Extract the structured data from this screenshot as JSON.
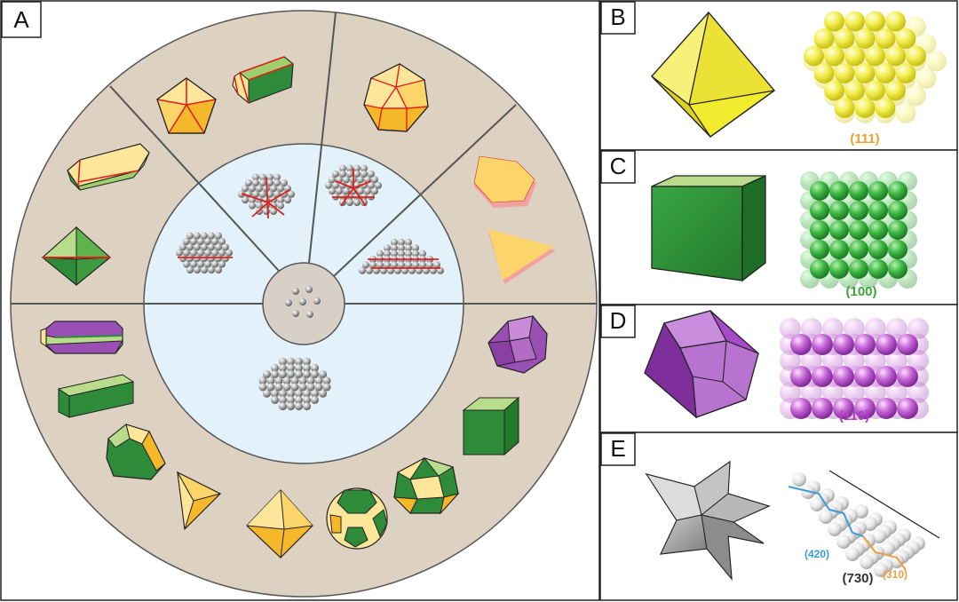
{
  "panels": {
    "a": {
      "letter": "A"
    },
    "b": {
      "letter": "B",
      "facet_label": "(111)",
      "facet_color": "#f0a030",
      "shape_color": "#f2ec2e"
    },
    "c": {
      "letter": "C",
      "facet_label": "(100)",
      "facet_color": "#3aa63a",
      "shape_color": "#2d8f34"
    },
    "d": {
      "letter": "D",
      "facet_label": "(110)",
      "facet_color": "#b040c0",
      "shape_color": "#a64ac9"
    },
    "e": {
      "letter": "E",
      "facet_label": "(730)",
      "step_labels": [
        "(420)",
        "(310)"
      ],
      "step_colors": [
        "#3a9ad9",
        "#e8a040"
      ],
      "shape_color": "#a8a8a8"
    }
  },
  "colors": {
    "outer_ring": "#ddd1c1",
    "inner_ring": "#e3f1fb",
    "core": "#d8d0c6",
    "twin_plane": "#e0201a",
    "yellow_face": "#f7c535",
    "light_yellow_face": "#fde59a",
    "green_face": "#2e8b3a",
    "light_green_face": "#b9db8c",
    "purple_face": "#9a4fb5",
    "atom_gray": "#9a9a9a"
  }
}
